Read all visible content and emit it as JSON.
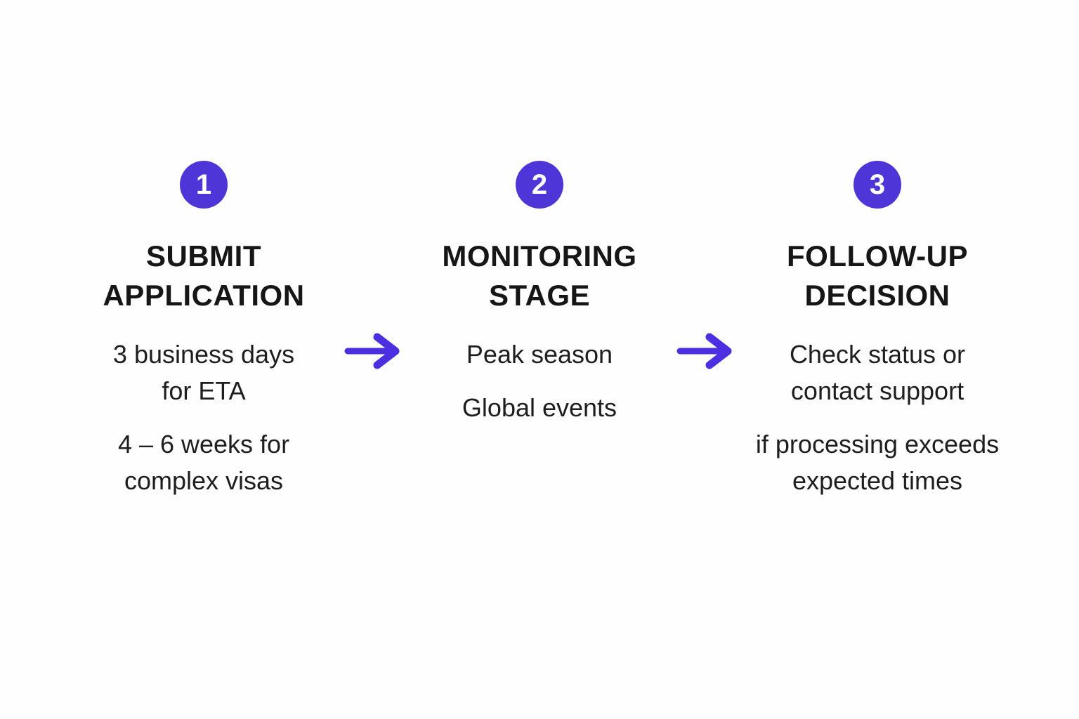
{
  "colors": {
    "accent_circle": "#4e35d7",
    "accent_arrow": "#4b2fe0",
    "title_color": "#161616",
    "body_color": "#1e1e1e",
    "background": "#fefefe",
    "number_color": "#ffffff"
  },
  "steps": [
    {
      "number": "1",
      "title": "SUBMIT\nAPPLICATION",
      "paragraphs": [
        "3 business days\nfor ETA",
        "4 – 6 weeks for\ncomplex visas"
      ]
    },
    {
      "number": "2",
      "title": "MONITORING\nSTAGE",
      "paragraphs": [
        "Peak season",
        "Global events"
      ]
    },
    {
      "number": "3",
      "title": "FOLLOW-UP\nDECISION",
      "paragraphs": [
        "Check status or\ncontact support",
        "if processing exceeds\nexpected times"
      ]
    }
  ],
  "arrows": [
    {
      "name": "arrow-step1-to-step2"
    },
    {
      "name": "arrow-step2-to-step3"
    }
  ]
}
